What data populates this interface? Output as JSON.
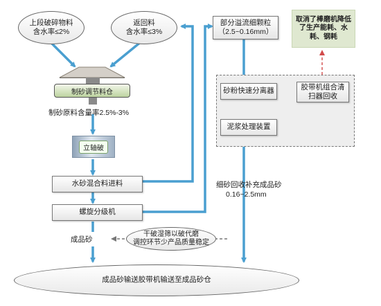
{
  "nodes": {
    "upper_crushed": [
      "上段破碎物料",
      "含水率≤2%"
    ],
    "return_material": [
      "返回料",
      "含水率≤3%"
    ],
    "sand_bin": "制砂调节料仓",
    "raw_moisture": "制砂原料含量率2.5%-3%",
    "vertical_crusher": "立轴破",
    "mix_feed": "水砂混合料进料",
    "spiral_classifier": "螺旋分级机",
    "finished_sand": "成品砂",
    "dry_screening_note": [
      "干破湿筛以破代磨",
      "调控环节少产品质量稳定"
    ],
    "final_conveyor": "成品砂输送胶带机输送至成品砂仓",
    "overflow_fine": [
      "部分溢流细颗粒",
      "（2.5~0.16mm）"
    ],
    "cancelled_note": [
      "取消了棒磨机降低",
      "了生产能耗、水",
      "耗、钢耗"
    ],
    "fast_separator": "砂粉快速分离器",
    "belt_recovery": [
      "胶带机组合清",
      "扫器回收"
    ],
    "slurry_device": "泥浆处理装置",
    "fine_recovery": [
      "细砂回收补充成品砂",
      "0.16~2.5mm"
    ]
  },
  "colors": {
    "arrow_blue": "#4a9fd0",
    "arrow_green": "#22a93a",
    "dashed_red": "#d24b4b",
    "note_green": "#dfe8d0"
  }
}
